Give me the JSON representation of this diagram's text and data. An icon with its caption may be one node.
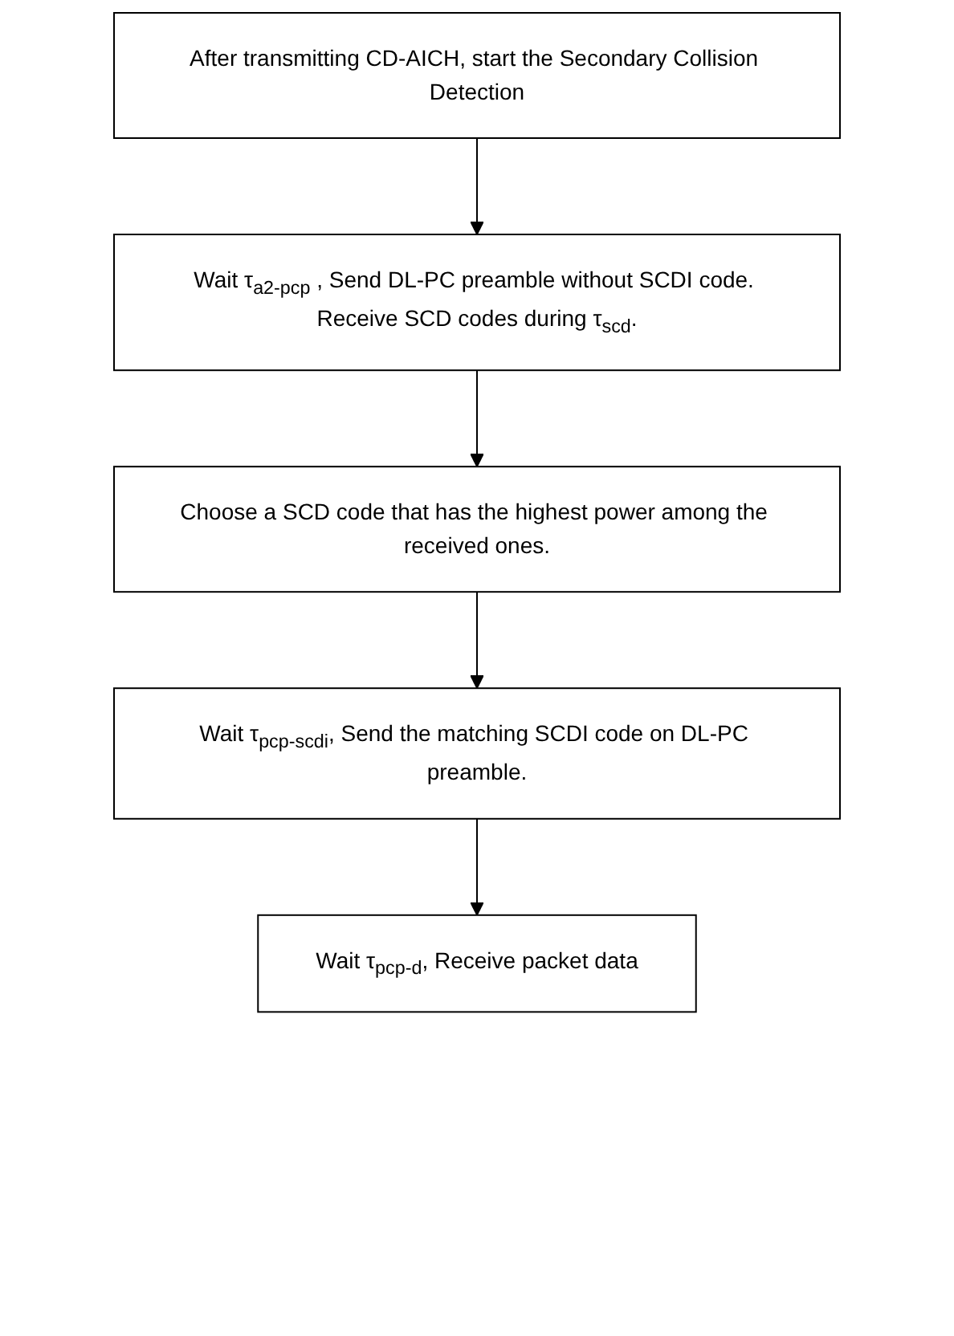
{
  "diagram": {
    "nodes": [
      {
        "text": [
          "After transmitting CD-AICH, start the Secondary Collision Detection"
        ]
      },
      {
        "text": [
          "Wait τ$_{a2-pcp}$ , Send DL-PC preamble without SCDI code. Receive SCD codes during τ$_{scd}$."
        ]
      },
      {
        "text": [
          "Choose a SCD code that has the highest power among the received ones."
        ]
      },
      {
        "text": [
          "Wait τ$_{pcp-scdi}$, Send the matching SCDI code on DL-PC preamble."
        ]
      },
      {
        "text": [
          "Wait τ$_{pcp-d}$, Receive packet data"
        ]
      }
    ],
    "edges": [
      {
        "from": 0,
        "to": 1,
        "arrow": "to"
      },
      {
        "from": 1,
        "to": 2,
        "arrow": "to"
      },
      {
        "from": 2,
        "to": 3,
        "arrow": "to"
      },
      {
        "from": 3,
        "to": 4,
        "arrow": "to"
      }
    ]
  }
}
